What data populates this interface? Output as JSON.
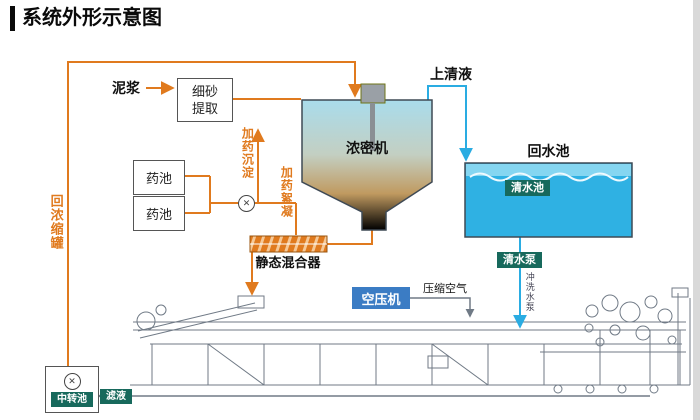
{
  "title": "系统外形示意图",
  "colors": {
    "flow_orange": "#e07a1e",
    "water_blue": "#2aace2",
    "tank_blue": "#2fb1e3",
    "label_teal": "#17695c",
    "compressor_blue": "#3b7cc4",
    "machine_gray": "#707a86"
  },
  "icons": {
    "pump": "✕"
  },
  "labels": {
    "mud": "泥浆",
    "fine_sand_extraction": "细砂提取",
    "supernatant": "上清液",
    "thickener": "浓密机",
    "return_water_pool": "回水池",
    "clear_water_pool": "清水池",
    "chemical_pool_1": "药池",
    "chemical_pool_2": "药池",
    "dosing_sedimentation": "加药沉淀",
    "dosing_flocculation": "加药絮凝",
    "static_mixer": "静态混合器",
    "return_to_thickener": "回浓缩罐",
    "clear_water_pump": "清水泵",
    "flush_water_pump": "冲洗水泵",
    "air_compressor": "空压机",
    "compressed_air": "压缩空气",
    "transfer_pool": "中转池",
    "filtrate": "滤液"
  }
}
